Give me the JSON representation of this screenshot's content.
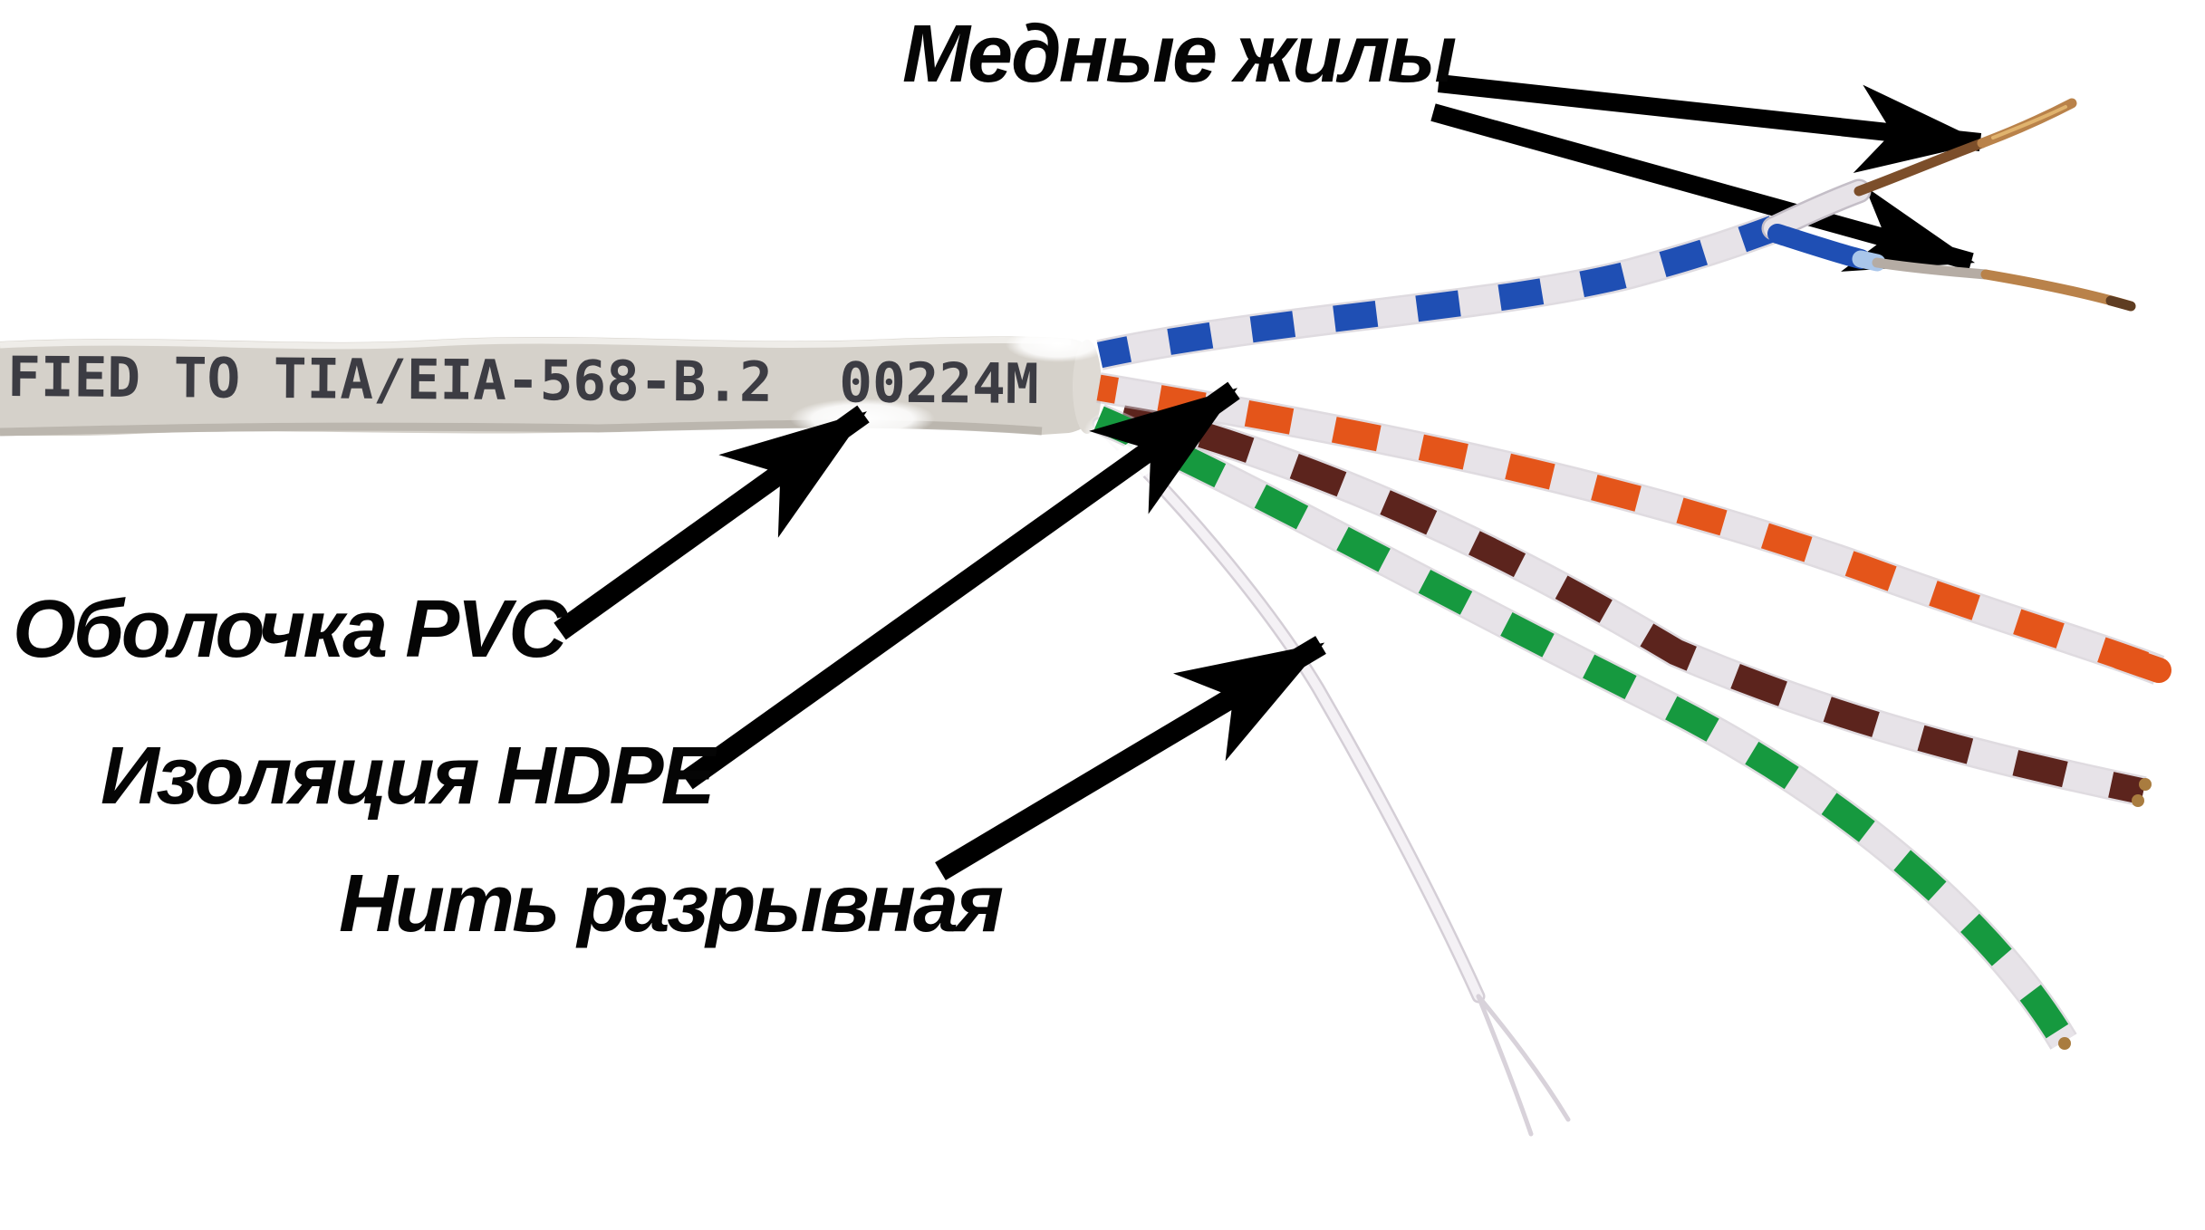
{
  "figure": {
    "type": "annotated-photo",
    "subject": "UTP cable construction diagram",
    "background": "#ffffff",
    "cable_marking": "FIED TO TIA/EIA-568-B.2  00224M",
    "labels": {
      "copper_conductors": "Медные жилы",
      "jacket": "Оболочка PVC",
      "insulation": "Изоляция HDPE",
      "ripcord": "Нить разрывная"
    },
    "colors": {
      "jacket_grey": "#d5d1ca",
      "jacket_shadow": "#b6b1a9",
      "pair_blue": "#1f4fb4",
      "pair_orange": "#e4551a",
      "pair_brown": "#5c241d",
      "pair_green": "#16993f",
      "strand_white": "#e7e3e8",
      "copper": "#b9824a",
      "copper_dark": "#7c4e2a",
      "marking_ink": "#2c2c35",
      "annotation_black": "#000000"
    },
    "pairs": [
      "blue-white",
      "orange-white",
      "brown-white",
      "green-white"
    ]
  }
}
